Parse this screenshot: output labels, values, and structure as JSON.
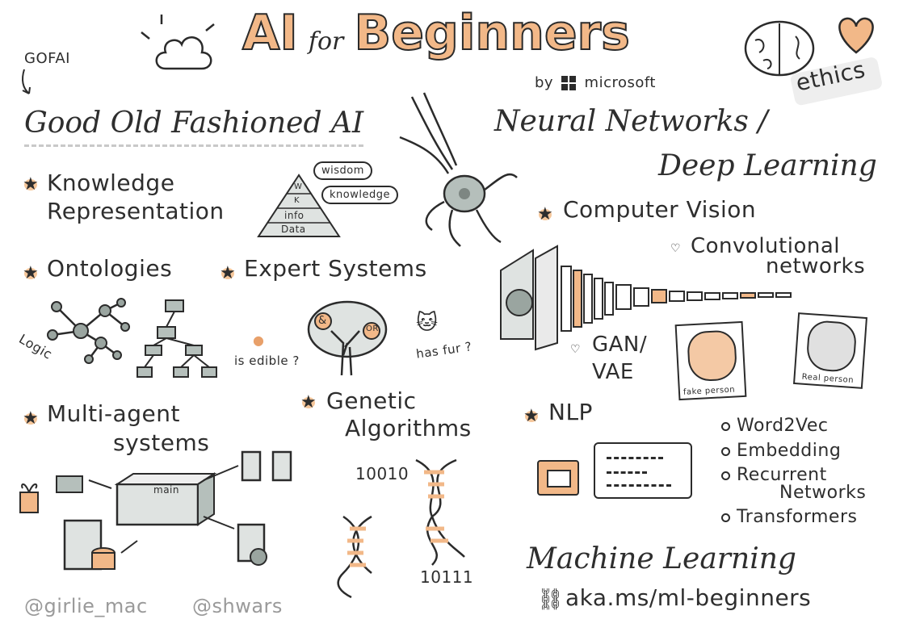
{
  "title": {
    "ai": "AI",
    "for": "for",
    "beginners": "Beginners",
    "byline": "by",
    "brand": "microsoft"
  },
  "gofai": {
    "tag": "GOFAI",
    "heading": "Good Old Fashioned AI"
  },
  "ethics": "ethics",
  "nn": {
    "line1": "Neural Networks /",
    "line2": "Deep Learning"
  },
  "topics": {
    "knowledge": [
      "Knowledge",
      "Representation"
    ],
    "ontologies": "Ontologies",
    "expert": "Expert Systems",
    "multiagent": [
      "Multi-agent",
      "systems"
    ],
    "genetic": [
      "Genetic",
      "Algorithms"
    ],
    "cv": "Computer Vision",
    "conv": [
      "Convolutional",
      "networks"
    ],
    "gan": [
      "GAN/",
      "VAE"
    ],
    "nlp": "NLP"
  },
  "pyramid": {
    "top": "W",
    "k": "K",
    "info": "info",
    "data": "Data",
    "wisdom": "wisdom",
    "knowledge": "knowledge"
  },
  "ontology_label": "Logic",
  "expert_labels": {
    "edible": "is edible ?",
    "fur": "has fur ?",
    "and": "&",
    "or": "OR"
  },
  "multiagent_label": "main",
  "genes": {
    "a": "10010",
    "b": "10111"
  },
  "portraits": {
    "fake": "fake person",
    "real": "Real person"
  },
  "nlp_items": [
    "Word2Vec",
    "Embedding",
    "Recurrent",
    "Networks",
    "Transformers"
  ],
  "ml": {
    "heading": "Machine Learning",
    "link": "aka.ms/ml-beginners"
  },
  "credits": [
    "@girlie_mac",
    "@shwars"
  ],
  "colors": {
    "accent": "#f2b888",
    "ink": "#2b2b2b",
    "gray": "#9aa5a0"
  }
}
